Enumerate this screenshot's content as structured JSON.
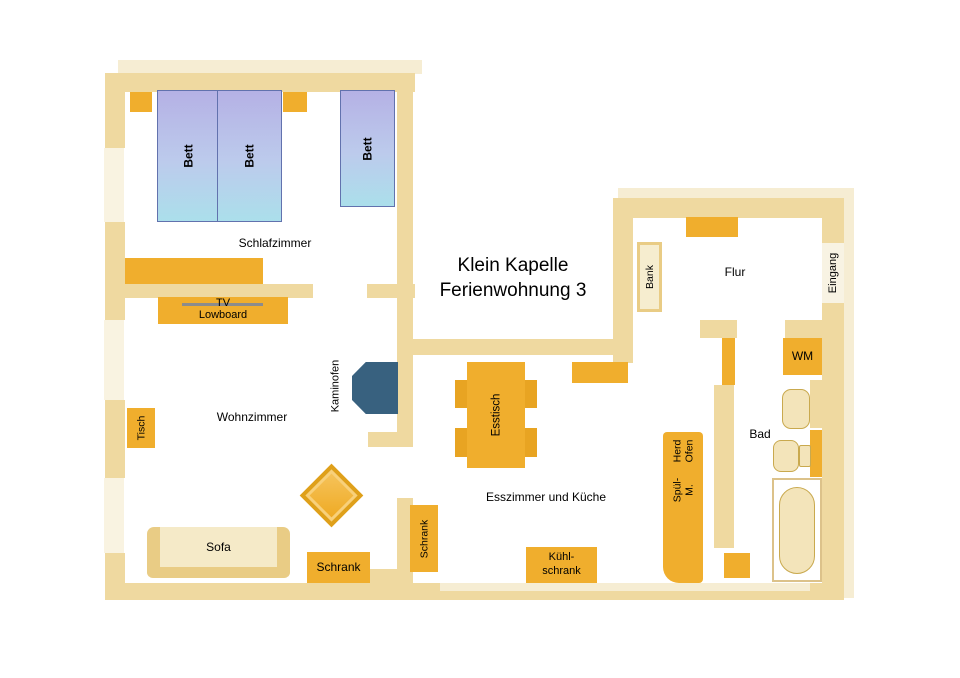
{
  "title": {
    "line1": "Klein Kapelle",
    "line2": "Ferienwohnung 3"
  },
  "rooms": {
    "schlafzimmer": "Schlafzimmer",
    "wohnzimmer": "Wohnzimmer",
    "esszimmer_kueche": "Esszimmer und Küche",
    "flur": "Flur",
    "bad": "Bad"
  },
  "labels": {
    "eingang": "Eingang",
    "beds": [
      "Bett",
      "Bett",
      "Bett"
    ],
    "tv": "TV",
    "lowboard": "Lowboard",
    "tisch": "Tisch",
    "kaminofen": "Kaminofen",
    "sofa": "Sofa",
    "schrank_wohnzimmer": "Schrank",
    "schrank_esszimmer": "Schrank",
    "esstisch": "Esstisch",
    "kuehlschrank": {
      "line1": "Kühl-",
      "line2": "schrank"
    },
    "spuelmaschine": {
      "line1": "Spül-",
      "line2": "M."
    },
    "herd_ofen": {
      "line1": "Herd",
      "line2": "Ofen"
    },
    "bank": "Bank",
    "wm": "WM"
  },
  "colors": {
    "wall": "#EFD9A0",
    "wall_light": "#F6EDD3",
    "window": "#F9F3E1",
    "furniture_orange": "#F0AE2D",
    "bed_gradient_top": "#B5B1E5",
    "bed_gradient_bottom": "#ABDFEB",
    "bed_border": "#6272AE",
    "kaminofen_blue": "#38617F",
    "sofa_fill": "#F5EAC8",
    "sofa_border": "#E9CC85",
    "fixture_fill": "#F3E4BA",
    "tv_line": "#8C8C8C",
    "text": "#000000"
  }
}
